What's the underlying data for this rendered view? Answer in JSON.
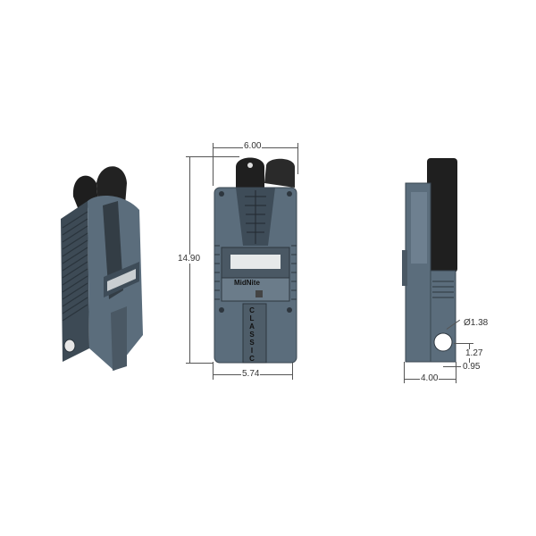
{
  "drawing": {
    "views": [
      "isometric",
      "front",
      "side"
    ],
    "front_view": {
      "top_width": "6.00",
      "height": "14.90",
      "bottom_width": "5.74",
      "display_logo": "MidNite",
      "vertical_label": "CLASSIC",
      "vertical_letters": [
        "C",
        "L",
        "A",
        "S",
        "S",
        "I",
        "C"
      ]
    },
    "side_view": {
      "depth": "4.00",
      "hole_diameter": "Ø1.38",
      "hole_height": "1.27",
      "hole_offset": "0.95"
    },
    "colors": {
      "body": "#5b6d7c",
      "body_dark": "#3e4c58",
      "body_light": "#7b8c9a",
      "cap": "#1f1f1f",
      "display": "#e6e9ea",
      "line": "#555555"
    }
  }
}
